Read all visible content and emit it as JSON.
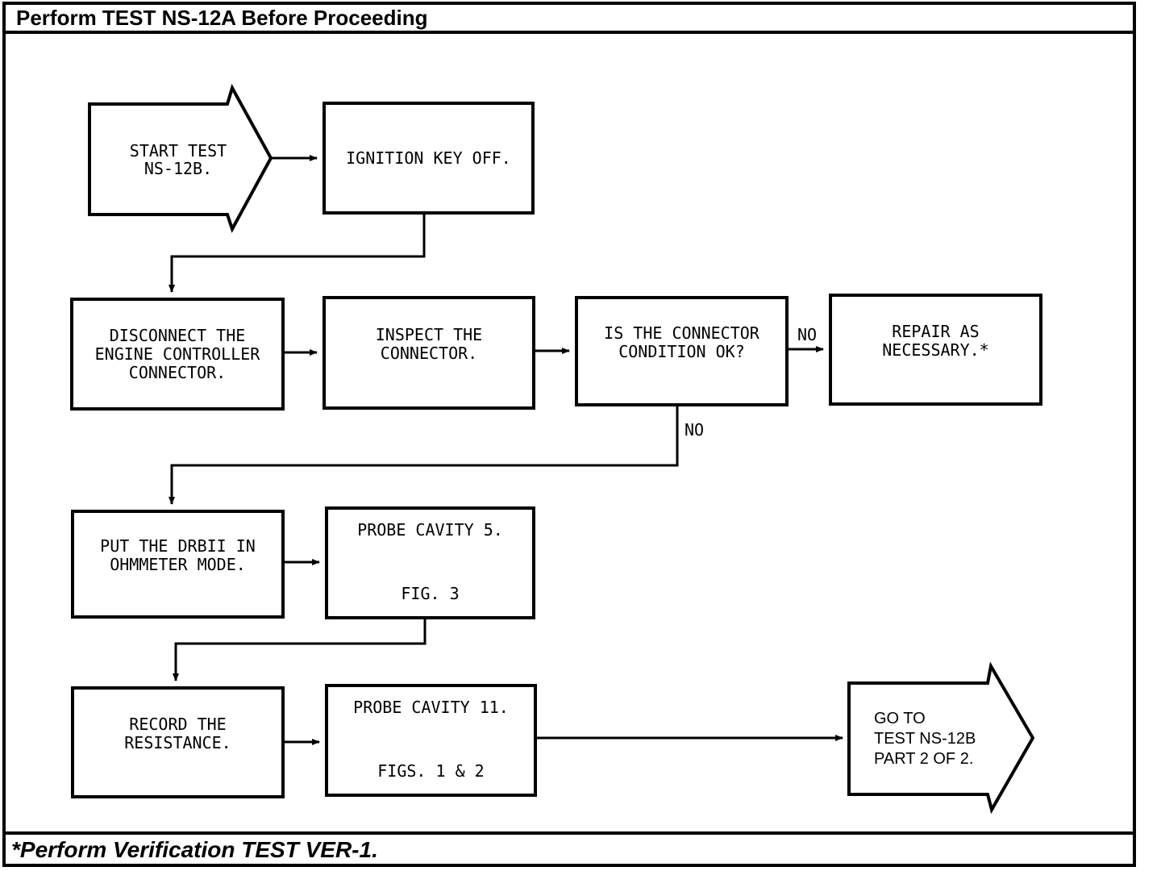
{
  "header": {
    "title": "Perform TEST NS-12A Before Proceeding"
  },
  "footer": {
    "note": "*Perform Verification TEST VER-1."
  },
  "colors": {
    "ink": "#000000",
    "paper": "#ffffff"
  },
  "flowchart": {
    "start": {
      "label": "START TEST\nNS-12B."
    },
    "steps": {
      "ignition": "IGNITION KEY OFF.",
      "disconnect": "DISCONNECT THE\nENGINE CONTROLLER\nCONNECTOR.",
      "inspect": "INSPECT THE\nCONNECTOR.",
      "condition": "IS THE CONNECTOR\nCONDITION OK?",
      "repair": "REPAIR AS\nNECESSARY.*",
      "ohmmeter": "PUT THE DRBII IN\nOHMMETER MODE.",
      "probe5_title": "PROBE CAVITY 5.",
      "probe5_figure": "FIG. 3",
      "record": "RECORD THE\nRESISTANCE.",
      "probe11_title": "PROBE CAVITY 11.",
      "probe11_figure": "FIGS. 1 & 2"
    },
    "branch_labels": {
      "to_repair": "NO",
      "to_continue": "NO"
    },
    "goto": {
      "label": "GO TO\nTEST NS-12B\nPART 2 OF 2."
    }
  }
}
